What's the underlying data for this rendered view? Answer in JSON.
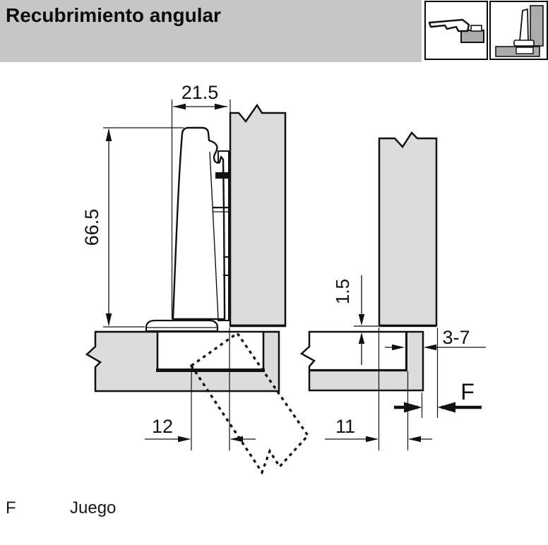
{
  "header": {
    "title": "Recubrimiento angular"
  },
  "icons": {
    "first": "hinge-arm-side-view-icon",
    "second": "hinge-mounted-overlay-icon"
  },
  "drawing": {
    "left_view": {
      "dim_arm_width": "21.5",
      "dim_height": "66.5",
      "dim_drilling_distance": "12"
    },
    "right_view": {
      "dim_gap": "1.5",
      "dim_overlay_range": "3-7",
      "dim_distance": "11",
      "dim_play_symbol": "F"
    }
  },
  "legend": {
    "symbol": "F",
    "description": "Juego"
  },
  "colors": {
    "header_bg": "#c6c6c6",
    "panel_gray": "#dcdcdc",
    "icon_gray": "#ababab",
    "line": "#111111"
  }
}
